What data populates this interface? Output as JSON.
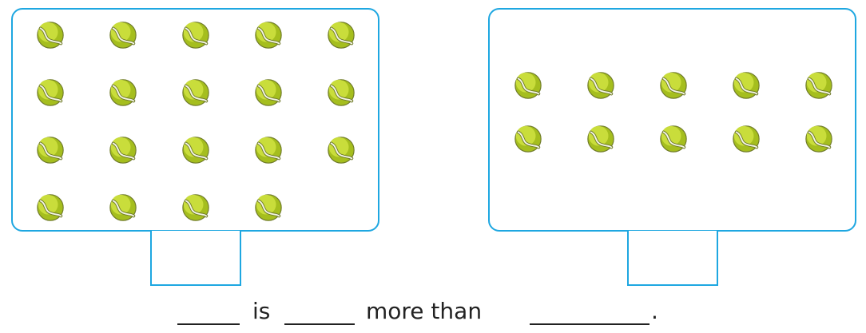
{
  "colors": {
    "panel_border": "#1ea7e1",
    "ball_fill": "#c9dd3b",
    "ball_shade": "#a5be1e",
    "ball_seam": "#f4f6e6",
    "ball_outline": "#6f7a2a"
  },
  "left_group": {
    "ball_icon": "tennis-ball-icon",
    "rows": [
      5,
      5,
      5,
      4
    ]
  },
  "right_group": {
    "ball_icon": "tennis-ball-icon",
    "rows": [
      5,
      5
    ]
  },
  "sentence": {
    "word_is": "is",
    "word_more_than": "more than",
    "end_punct": "."
  }
}
